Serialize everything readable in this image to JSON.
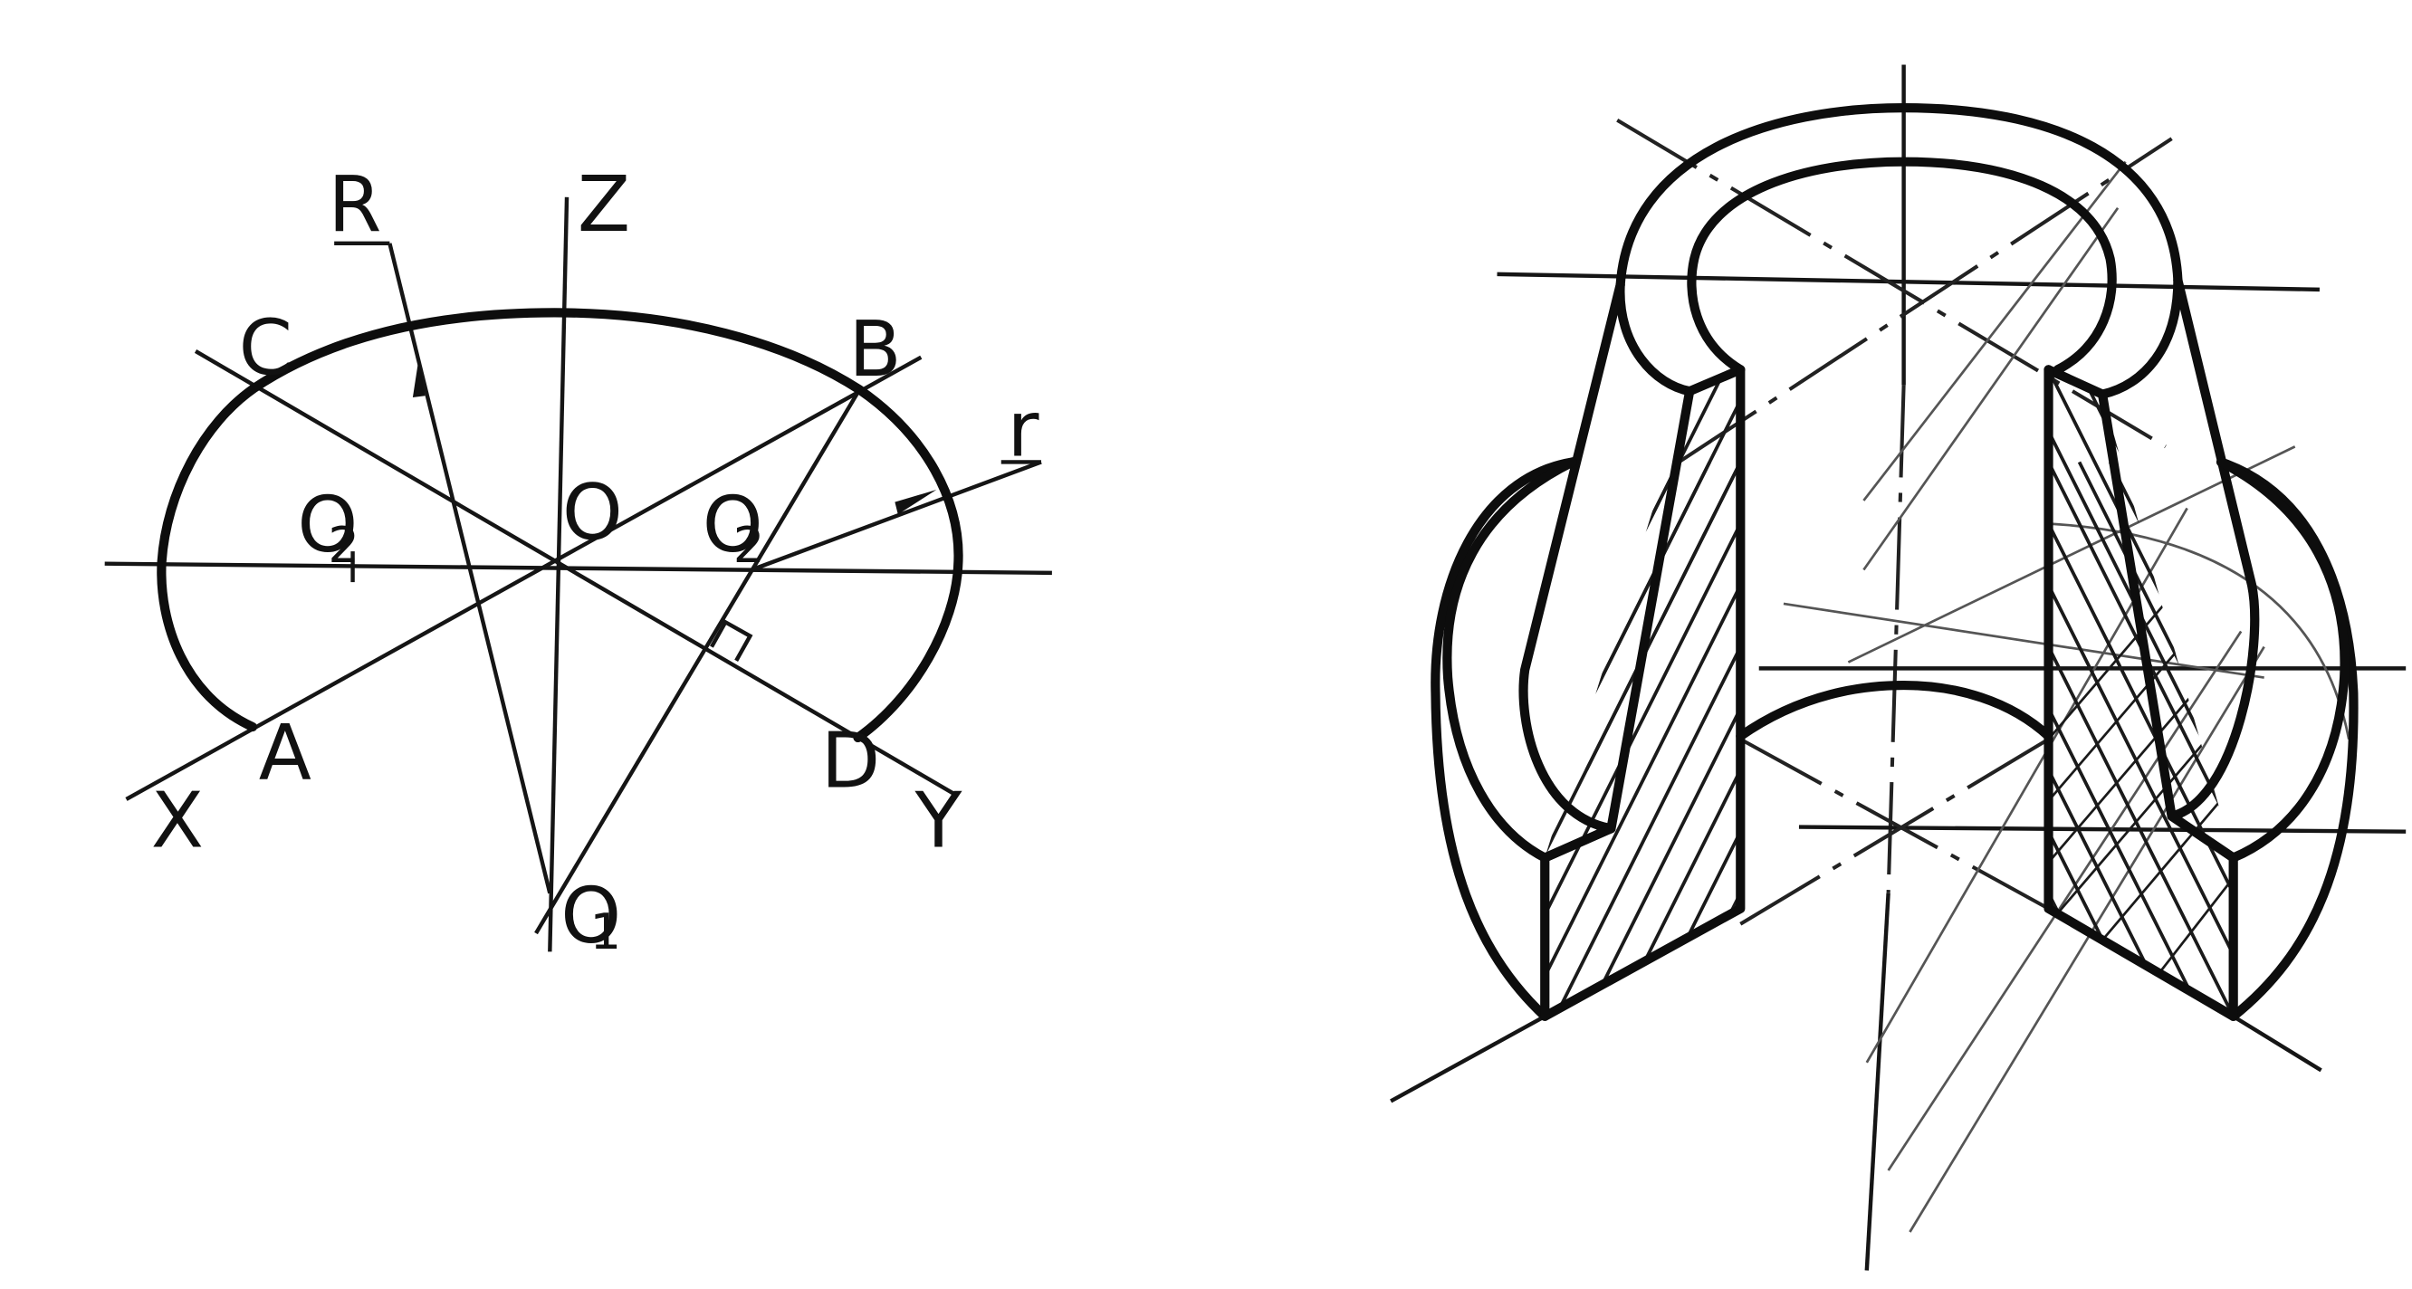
{
  "left_figure": {
    "labels": {
      "R": "R",
      "Z": "Z",
      "C": "C",
      "B": "B",
      "r": "r",
      "O": "O",
      "O2_left": "O",
      "O2_left_sub": "2",
      "O2_right": "O",
      "O2_right_sub": "2",
      "A": "A",
      "D": "D",
      "X": "X",
      "Y": "Y",
      "O1": "O",
      "O1_sub": "1"
    }
  },
  "colors": {
    "ink": "#111111",
    "paper": "#ffffff"
  }
}
